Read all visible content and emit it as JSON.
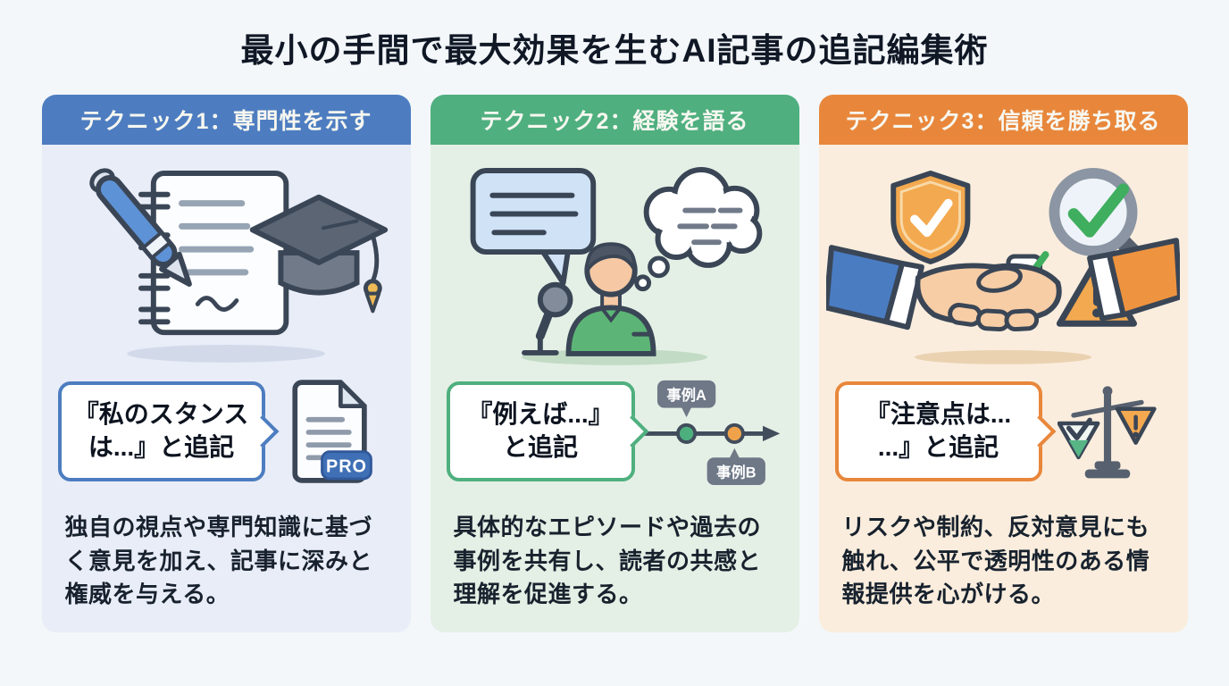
{
  "title": "最小の手間で最大効果を生むAI記事の追記編集術",
  "page_bg": "#F3F7FA",
  "title_color": "#101826",
  "cards": [
    {
      "header": "テクニック1：専門性を示す",
      "accent": "#4D7DC0",
      "bg": "#E9EDF8",
      "illustration": "pen-notebook-graduation-cap",
      "phrase_line1": "『私のスタンス",
      "phrase_line2": "は...』と追記",
      "doc_badge": "PRO",
      "badge_color": "#3F6FB5",
      "description": "独自の視点や専門知識に基づく意見を加え、記事に深みと権威を与える。"
    },
    {
      "header": "テクニック2：経験を語る",
      "accent": "#4FAF7F",
      "bg": "#E4F0E5",
      "illustration": "speech-bubble-person-microphone-thought-cloud",
      "phrase_line1": "『例えば...』",
      "phrase_line2": "と追記",
      "timeline_label_a": "事例A",
      "timeline_label_b": "事例B",
      "timeline_dot_a_color": "#4CAF7D",
      "timeline_dot_b_color": "#F0A24A",
      "description": "具体的なエピソードや過去の事例を共有し、読者の共感と理解を促進する。"
    },
    {
      "header": "テクニック3：信頼を勝ち取る",
      "accent": "#E8873B",
      "bg": "#FAEDDD",
      "illustration": "handshake-shield-magnifier-warning-scale",
      "phrase_line1": "『注意点は...",
      "phrase_line2": "...』と追記",
      "description": "リスクや制約、反対意見にも触れ、公平で透明性のある情報提供を心がける。"
    }
  ]
}
